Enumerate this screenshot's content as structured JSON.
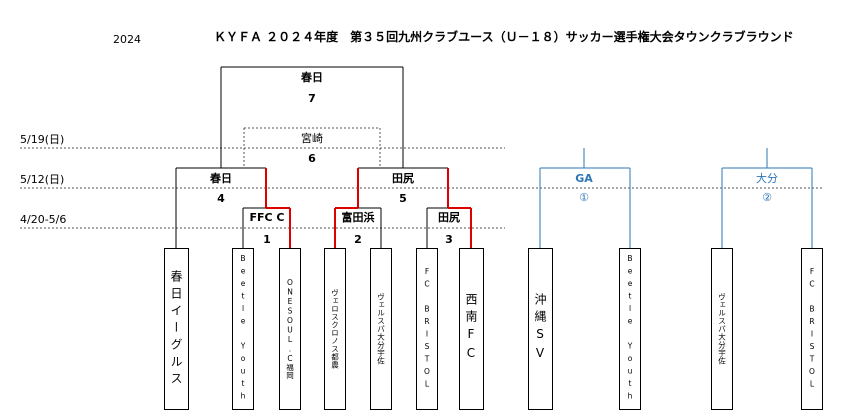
{
  "year": "2024",
  "title": "ＫＹＦＡ ２０２４年度　第３５回九州クラブユース（Ｕ－１８）サッカー選手権大会タウンクラブラウンド",
  "dates": [
    "5/19(日)",
    "5/12(日)",
    "4/20-5/6"
  ],
  "matches": {
    "m7": {
      "venue": "春日",
      "number": "7"
    },
    "m6": {
      "venue": "宮崎",
      "number": "6"
    },
    "m4": {
      "venue": "春日",
      "number": "4"
    },
    "m5": {
      "venue": "田尻",
      "number": "5"
    },
    "m1": {
      "venue": "FFC C",
      "number": "1"
    },
    "m2": {
      "venue": "富田浜",
      "number": "2"
    },
    "m3": {
      "venue": "田尻",
      "number": "3"
    },
    "ga": {
      "venue": "GA",
      "number": "①"
    },
    "oita": {
      "venue": "大分",
      "number": "②"
    }
  },
  "teams": [
    "春日イーグルス",
    "Beetle Youth",
    "ONESOUL.C福岡",
    "ヴェロスクロノス都農",
    "ヴェルスパ大分宇佐",
    "FC BRISTOL",
    "西南FC",
    "沖縄SV",
    "Beetle Youth",
    "ヴェルスパ大分宇佐",
    "FC BRISTOL"
  ],
  "colors": {
    "winner_path": "#e00000",
    "pool_lines": "#2e75b6",
    "lines": "#000000"
  }
}
